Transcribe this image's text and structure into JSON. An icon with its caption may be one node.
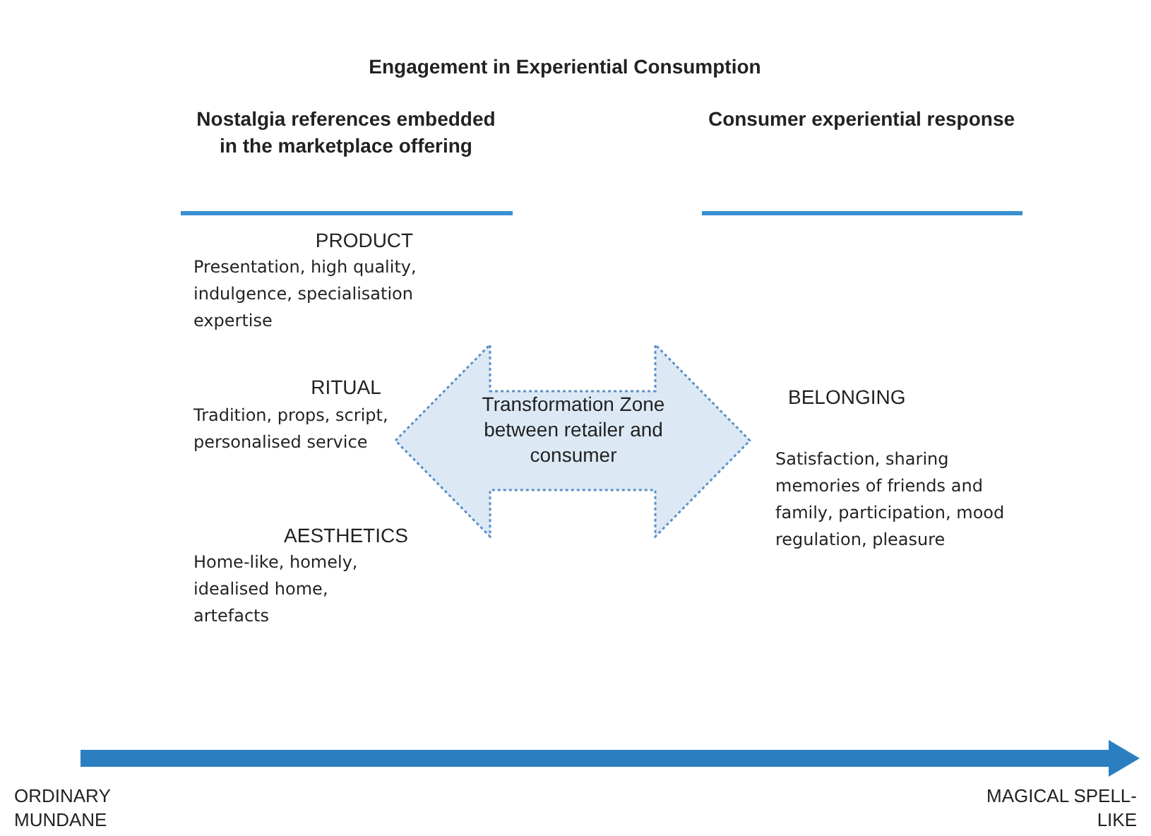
{
  "diagram": {
    "title": "Engagement in Experiential Consumption",
    "nodes": [
      {
        "text": [
          "Transformation Zone between retailer and consumer"
        ]
      }
    ],
    "labels": [
      "Nostalgia references embedded in the marketplace offering",
      "Consumer experiential response",
      "PRODUCT",
      "Presentation, high quality, indulgence, specialisation expertise",
      "RITUAL",
      "Tradition, props, script, personalised service",
      "AESTHETICS",
      "Home-like, homely, idealised home, artefacts",
      "BELONGING",
      "Satisfaction, sharing memories of friends and family, participation, mood regulation, pleasure",
      "ORDINARY MUNDANE",
      "MAGICAL SPELL-LIKE"
    ]
  }
}
